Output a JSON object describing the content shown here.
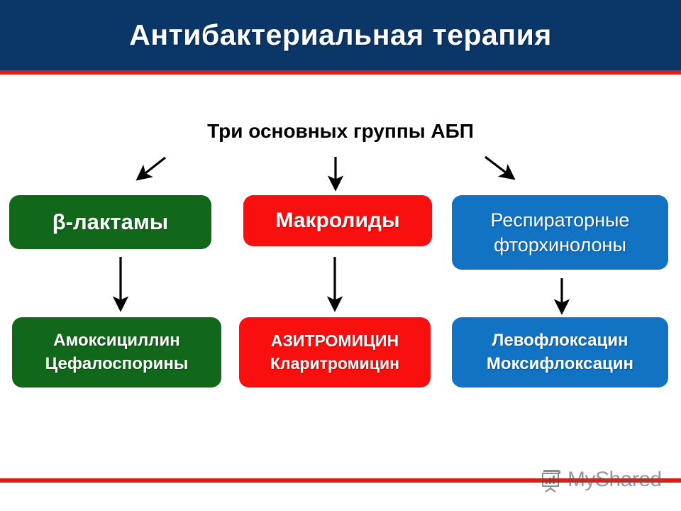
{
  "slide": {
    "title": "Антибактериальная терапия",
    "subtitle": "Три основных группы АБП",
    "colors": {
      "banner_navy": "#0b3668",
      "rule_red": "#e01b18",
      "green": "#11681a",
      "red": "#fa0f0f",
      "blue": "#1272c4",
      "text_white": "#ffffff",
      "text_black": "#000000"
    }
  },
  "groups": [
    {
      "id": "beta-lactams",
      "label": "β-лактамы",
      "color": "#11681a",
      "drugs": [
        "Амоксициллин",
        "Цефалоспорины"
      ]
    },
    {
      "id": "macrolides",
      "label": "Макролиды",
      "color": "#fa0f0f",
      "drugs": [
        "АЗИТРОМИЦИН",
        "Кларитромицин"
      ]
    },
    {
      "id": "respiratory-fluoroquinolones",
      "label_line1": "Респираторные",
      "label_line2": "фторхинолоны",
      "color": "#1272c4",
      "drugs": [
        "Левофлоксацин",
        "Моксифлоксацин"
      ]
    }
  ],
  "footer": {
    "watermark_text": "MyShared",
    "watermark_icon": "presentation-board-icon"
  }
}
